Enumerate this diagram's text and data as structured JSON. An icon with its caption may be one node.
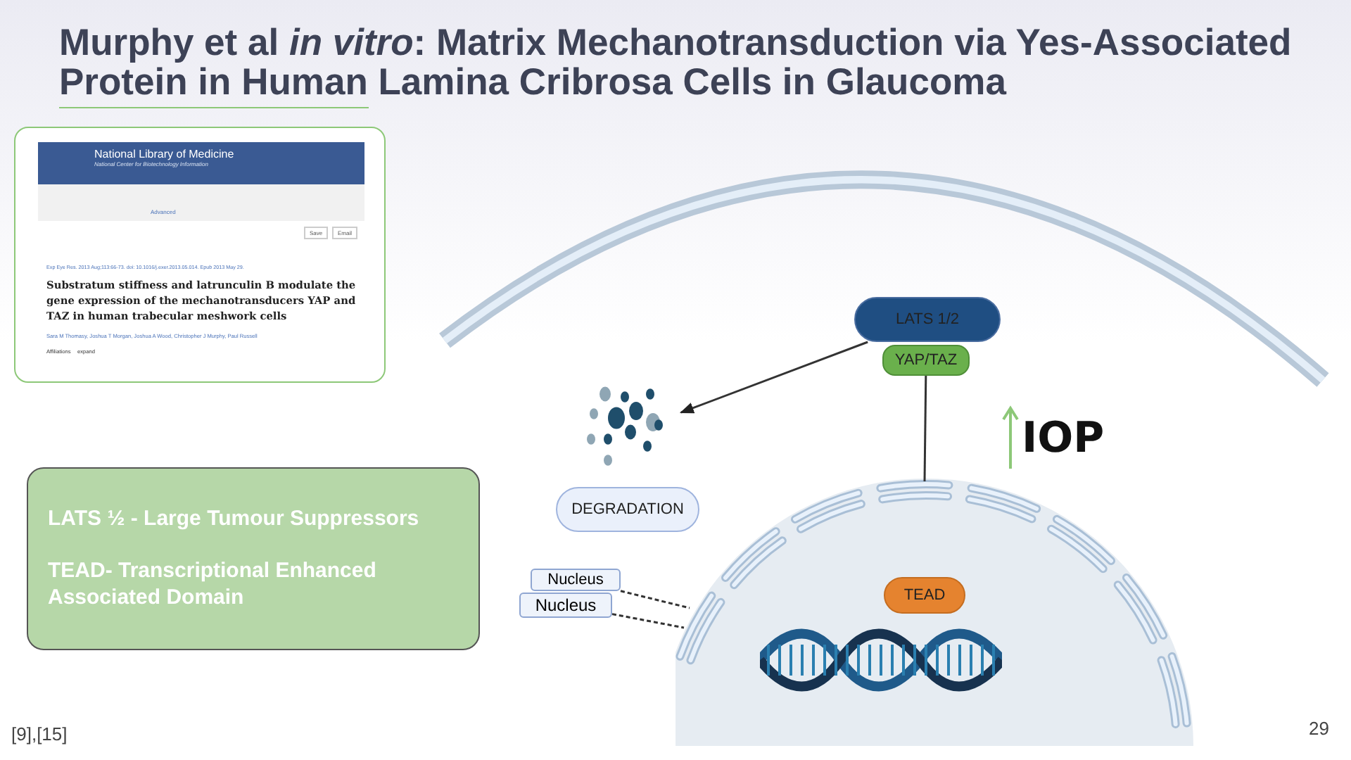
{
  "diagram": {
    "title": "Murphy et al *in vitro*: Matrix Mechanotransduction via Yes-Associated Protein in Human Lamina Cribrosa Cells in Glaucoma",
    "nodes": [
      {
        "text": [
          "National Library of Medicine",
          "National Center for Biotechnology Information",
          "Advanced",
          "Save",
          "Email",
          "Exp Eye Res. 2013 Aug;113:66-73. doi: 10.1016/j.exer.2013.05.014. Epub 2013 May 29.",
          "Substratum stiffness and latrunculin B modulate the gene expression of the mechanotransducers YAP and TAZ in human trabecular meshwork cells",
          "Sara M Thomasy, Joshua T Morgan, Joshua A Wood, Christopher J Murphy, Paul Russell",
          "Affiliations",
          "expand"
        ]
      },
      {
        "text": [
          "LATS ½ - Large Tumour Suppressors",
          "TEAD- Transcriptional Enhanced Associated Domain"
        ]
      },
      {
        "text": [
          "LATS 1/2"
        ]
      },
      {
        "text": [
          "YAP/TAZ"
        ]
      },
      {
        "text": [],
        "shape": "picture"
      },
      {
        "text": [
          "DEGRADATION"
        ]
      },
      {
        "text": [],
        "shape": "circle"
      },
      {
        "text": [
          "TEAD"
        ],
        "in": 6
      },
      {
        "text": [],
        "shape": "picture",
        "in": 6
      },
      {
        "text": [
          "Nucleus"
        ]
      },
      {
        "text": [
          "Nucleus"
        ]
      }
    ],
    "edges": [
      {
        "from": 2,
        "to": 4,
        "arrow": "to"
      },
      {
        "from": 3,
        "to": 6,
        "arrow": "none"
      },
      {
        "from": 9,
        "to": 6,
        "arrow": "none",
        "style": "dashed"
      },
      {
        "from": 10,
        "to": 6,
        "arrow": "none",
        "style": "dashed"
      }
    ],
    "labels": [
      "IOP",
      "[9],[15]",
      "29"
    ]
  }
}
